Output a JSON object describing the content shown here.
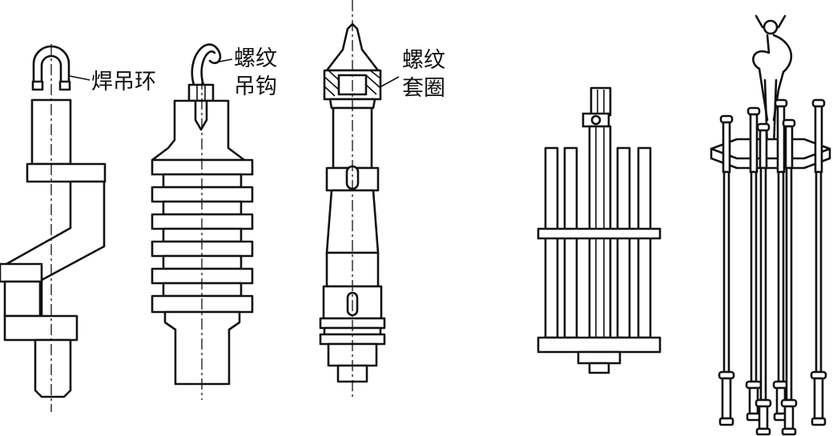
{
  "labels": {
    "weld_ring": "焊吊环",
    "thread_hook_line1": "螺纹",
    "thread_hook_line2": "吊钩",
    "thread_sleeve_line1": "螺纹",
    "thread_sleeve_line2": "套圈"
  },
  "colors": {
    "line": "#111111",
    "background": "#ffffff"
  }
}
